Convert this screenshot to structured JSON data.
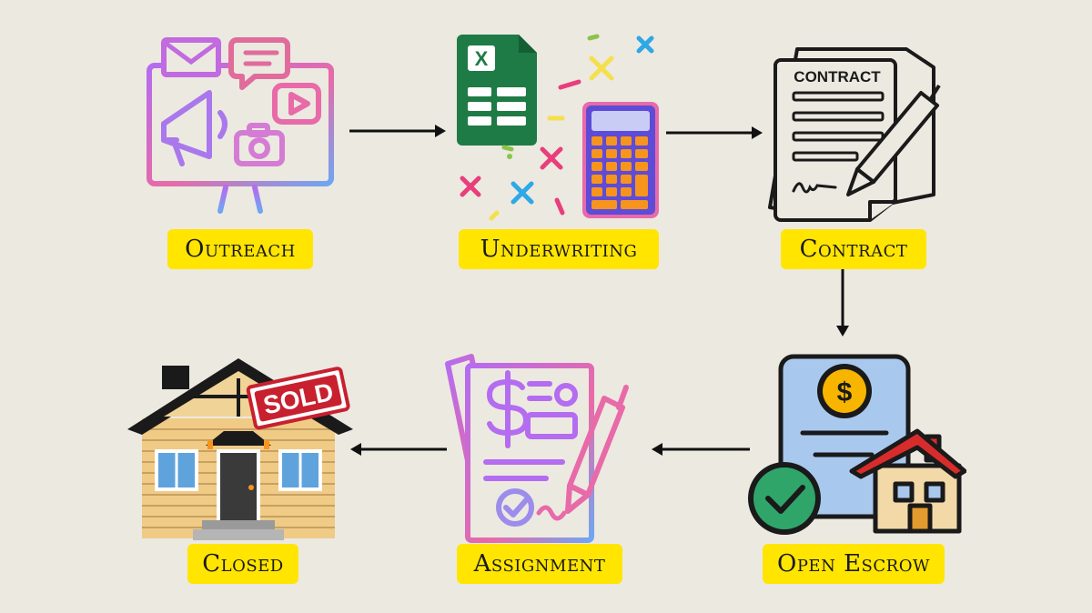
{
  "steps": {
    "outreach": {
      "label": "Outreach"
    },
    "underwriting": {
      "label": "Underwriting"
    },
    "contract": {
      "label": "Contract",
      "document_heading": "CONTRACT"
    },
    "open_escrow": {
      "label": "Open Escrow"
    },
    "assignment": {
      "label": "Assignment"
    },
    "closed": {
      "label": "Closed",
      "sign_text": "SOLD"
    }
  },
  "icons": {
    "outreach": "computer-monitor-with-email-chat-video-megaphone-camera-icon",
    "underwriting": "spreadsheet-and-calculator-icon",
    "contract": "contract-document-with-pen-icon",
    "open_escrow": "document-with-dollar-check-and-house-icon",
    "assignment": "invoice-document-with-pen-and-check-icon",
    "closed": "house-with-sold-sign-icon"
  },
  "colors": {
    "background": "#ECE9E1",
    "label_highlight": "#FFE500",
    "arrow": "#111111",
    "excel_green": "#1E7B45",
    "sold_red": "#C8202F"
  }
}
